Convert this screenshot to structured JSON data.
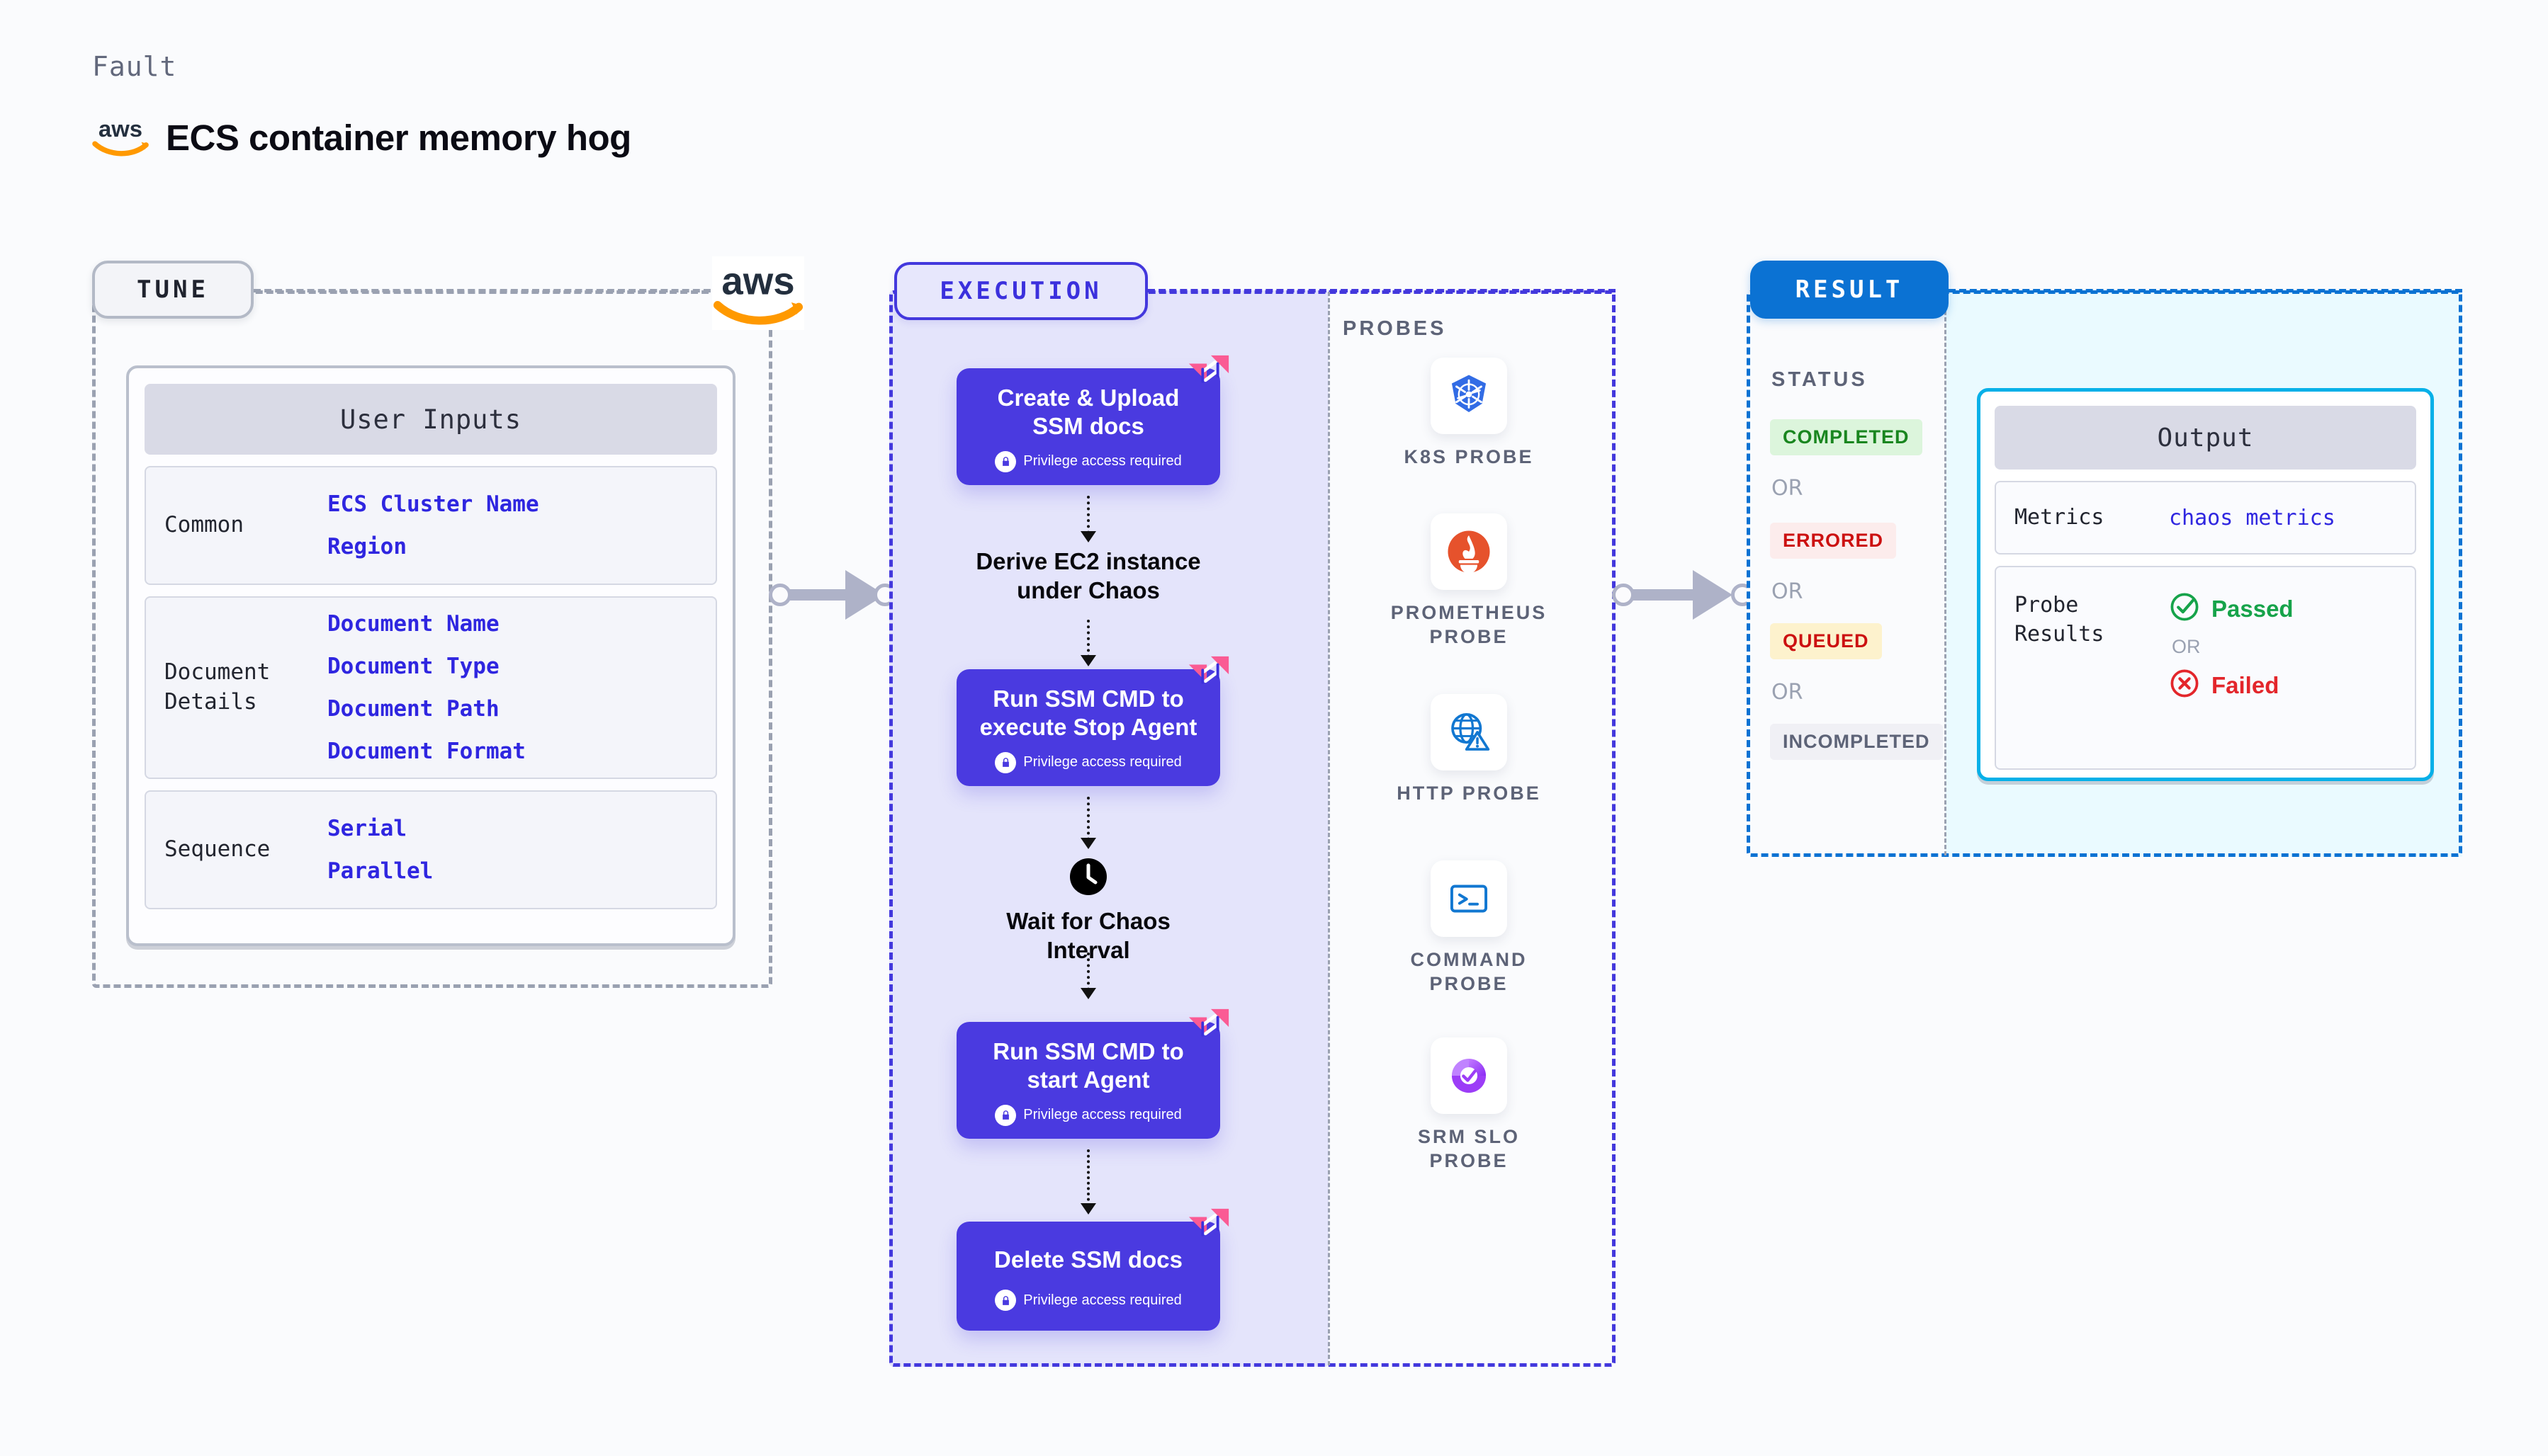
{
  "header": {
    "kicker": "Fault",
    "title": "ECS container memory hog",
    "logo_icon": "aws-logo-icon"
  },
  "tune": {
    "tag": "TUNE",
    "aws_logo_icon": "aws-logo-icon",
    "card_title": "User Inputs",
    "rows": [
      {
        "label": "Common",
        "values": [
          "ECS Cluster Name",
          "Region"
        ]
      },
      {
        "label": "Document\nDetails",
        "values": [
          "Document Name",
          "Document Type",
          "Document Path",
          "Document Format"
        ]
      },
      {
        "label": "Sequence",
        "values": [
          "Serial",
          "Parallel"
        ]
      }
    ]
  },
  "execution": {
    "tag": "EXECUTION",
    "privilege_note": "Privilege access required",
    "nodes": [
      {
        "type": "task",
        "title": "Create & Upload\nSSM docs",
        "privilege": true,
        "badge": "harness-ribbon-icon"
      },
      {
        "type": "plain",
        "title": "Derive EC2 instance\nunder Chaos",
        "icon": null
      },
      {
        "type": "task",
        "title": "Run SSM CMD to\nexecute Stop Agent",
        "privilege": true,
        "badge": "harness-ribbon-icon"
      },
      {
        "type": "plain",
        "title": "Wait for Chaos\nInterval",
        "icon": "clock-icon"
      },
      {
        "type": "task",
        "title": "Run SSM CMD to\nstart Agent",
        "privilege": true,
        "badge": "harness-ribbon-icon"
      },
      {
        "type": "task",
        "title": "Delete SSM docs",
        "privilege": true,
        "badge": "harness-ribbon-icon"
      }
    ],
    "probes_title": "PROBES",
    "probes": [
      {
        "label": "K8S PROBE",
        "icon": "kubernetes-icon"
      },
      {
        "label": "PROMETHEUS PROBE",
        "icon": "prometheus-icon"
      },
      {
        "label": "HTTP PROBE",
        "icon": "http-globe-icon"
      },
      {
        "label": "COMMAND PROBE",
        "icon": "terminal-icon"
      },
      {
        "label": "SRM SLO PROBE",
        "icon": "srm-slo-icon"
      }
    ]
  },
  "result": {
    "tag": "RESULT",
    "status_title": "STATUS",
    "or_label": "OR",
    "statuses": [
      {
        "label": "COMPLETED",
        "bg": "#dcf5dc",
        "fg": "#19861f"
      },
      {
        "label": "ERRORED",
        "bg": "#fcecec",
        "fg": "#cc1111"
      },
      {
        "label": "QUEUED",
        "bg": "#fdf2cd",
        "fg": "#cc1111"
      },
      {
        "label": "INCOMPLETED",
        "bg": "#f0f0f5",
        "fg": "#5d6377"
      }
    ],
    "output": {
      "title": "Output",
      "metrics_label": "Metrics",
      "metrics_value": "chaos metrics",
      "probe_results_label": "Probe\nResults",
      "passed_label": "Passed",
      "failed_label": "Failed",
      "or_label": "OR",
      "passed_icon": "check-circle-icon",
      "failed_icon": "x-circle-icon",
      "passed_color": "#16a34a",
      "failed_color": "#e3262b"
    }
  },
  "colors": {
    "node_purple": "#4a3ae0",
    "execution_fill": "#e4e4fb",
    "result_fill": "#eafaff",
    "result_blue": "#0b72d3",
    "output_border": "#06b0e8",
    "ribbon_pink": "#fa5b94",
    "link_blue": "#2f26e0",
    "dash_gray": "#9aa1b1"
  }
}
